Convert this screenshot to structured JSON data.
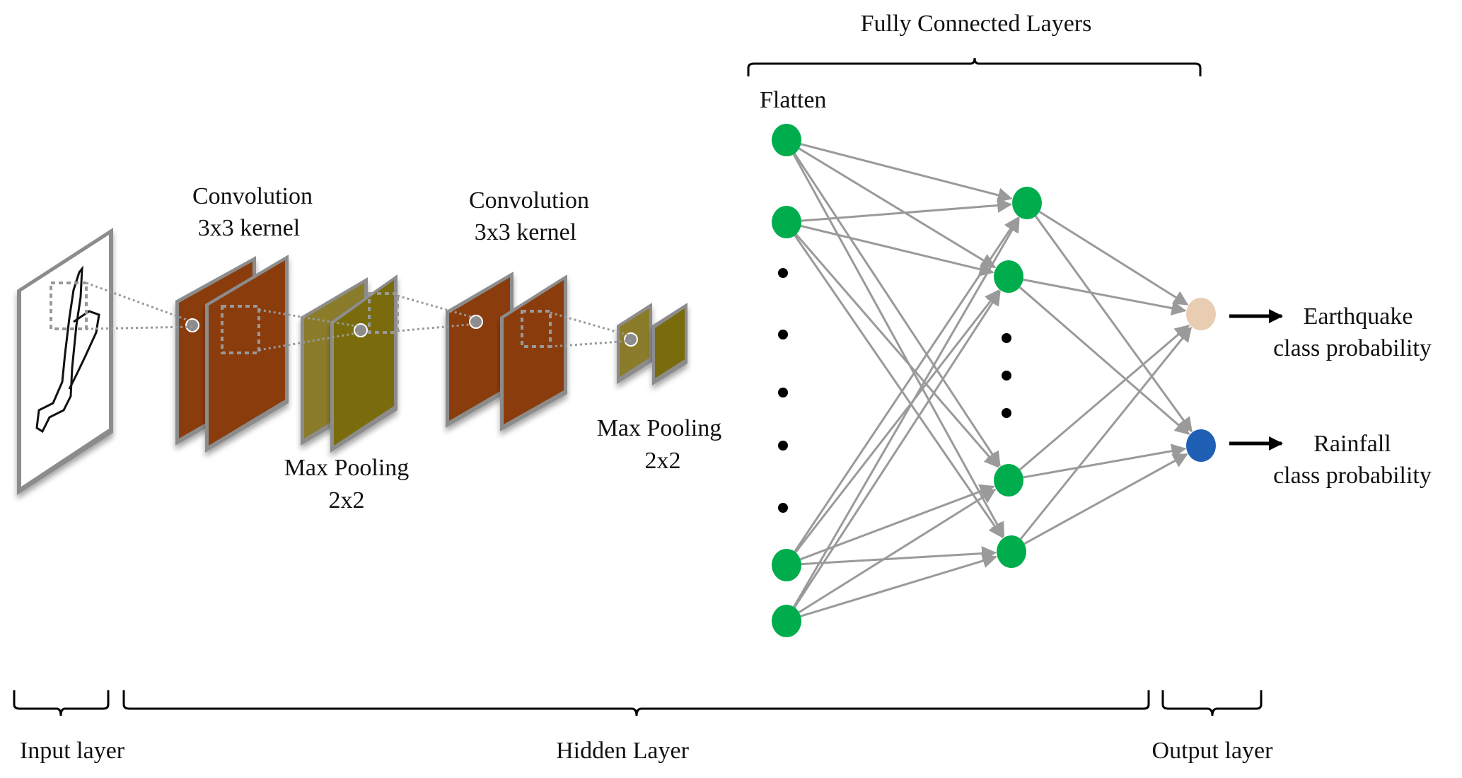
{
  "title": "CNN architecture for earthquake vs. rainfall classification",
  "labels": {
    "conv1_line1": "Convolution",
    "conv1_line2": "3x3 kernel",
    "pool1_line1": "Max Pooling",
    "pool1_line2": "2x2",
    "conv2_line1": "Convolution",
    "conv2_line2": "3x3 kernel",
    "pool2_line1": "Max Pooling",
    "pool2_line2": "2x2",
    "fc_title": "Fully Connected Layers",
    "flatten": "Flatten",
    "out1_line1": "Earthquake",
    "out1_line2": "class probability",
    "out2_line1": "Rainfall",
    "out2_line2": "class probability",
    "input_layer": "Input layer",
    "hidden_layer": "Hidden Layer",
    "output_layer": "Output layer"
  },
  "colors": {
    "conv": "#8b3c0c",
    "pool_back": "#8a7c2a",
    "pool_front": "#7a6c0c",
    "frame": "#8c8c8c",
    "node_green": "#00ad4c",
    "node_earthquake": "#e8cdb2",
    "node_rainfall": "#1f5fb4",
    "edge": "#9a9a9a"
  },
  "network": {
    "flatten_visible_nodes": 4,
    "flatten_ellipsis_dots": 5,
    "hidden_visible_nodes": 4,
    "hidden_ellipsis_dots": 3,
    "output_nodes": 2
  }
}
